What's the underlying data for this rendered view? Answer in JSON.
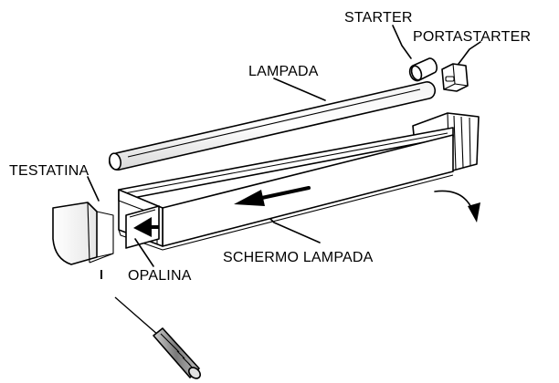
{
  "diagram": {
    "labels": {
      "starter": "STARTER",
      "portastarter": "PORTASTARTER",
      "lampada": "LAMPADA",
      "testatina": "TESTATINA",
      "schermo_lampada": "SCHERMO LAMPADA",
      "opalina": "OPALINA"
    }
  }
}
